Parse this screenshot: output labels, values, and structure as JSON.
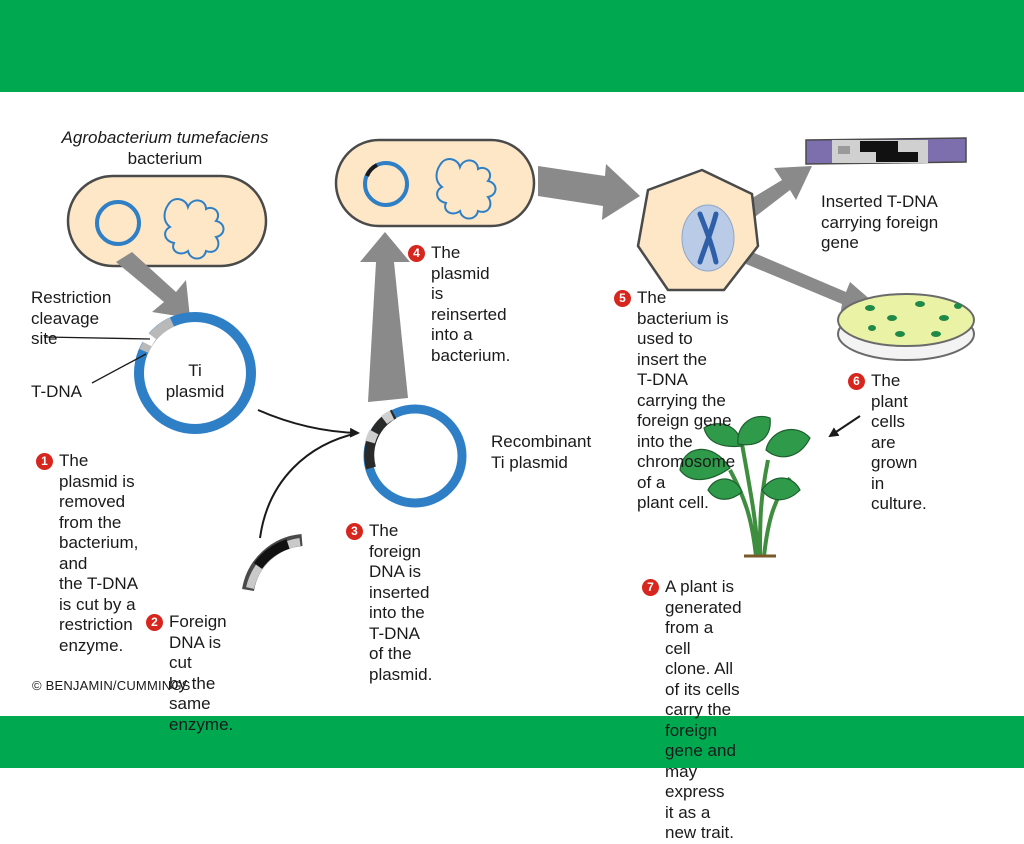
{
  "colors": {
    "band": "#00a94f",
    "bacterium_fill": "#fde7c6",
    "plasmid": "#2f7fc6",
    "arrow": "#8a8a8a",
    "badge": "#d7261e",
    "agar": "#eaf2a5",
    "colony": "#1f8a48",
    "leaf": "#2f9a4a"
  },
  "labels": {
    "species": "Agrobacterium tumefaciens",
    "bacterium": "bacterium",
    "restriction_site": "Restriction\ncleavage\nsite",
    "tdna": "T-DNA",
    "ti_plasmid": "Ti\nplasmid",
    "recombinant": "Recombinant\nTi plasmid",
    "inserted_tdna": "Inserted T-DNA\ncarrying foreign\ngene",
    "copyright": "© BENJAMIN/CUMMINGS"
  },
  "steps": [
    {
      "number": "1",
      "text": "The plasmid is removed\nfrom the bacterium, and\nthe T-DNA is cut by a\nrestriction enzyme."
    },
    {
      "number": "2",
      "text": "Foreign DNA is cut\nby the same enzyme."
    },
    {
      "number": "3",
      "text": "The foreign DNA is\ninserted into the T-DNA\nof the plasmid."
    },
    {
      "number": "4",
      "text": "The plasmid\nis reinserted\ninto a bacterium."
    },
    {
      "number": "5",
      "text": "The bacterium is\nused to insert the\nT-DNA carrying the\nforeign gene into the\nchromosome of a\nplant cell."
    },
    {
      "number": "6",
      "text": "The plant cells\nare grown in\nculture."
    },
    {
      "number": "7",
      "text": "A plant is generated from a cell\nclone. All of its cells carry the\nforeign gene and may express\nit as a new trait."
    }
  ]
}
